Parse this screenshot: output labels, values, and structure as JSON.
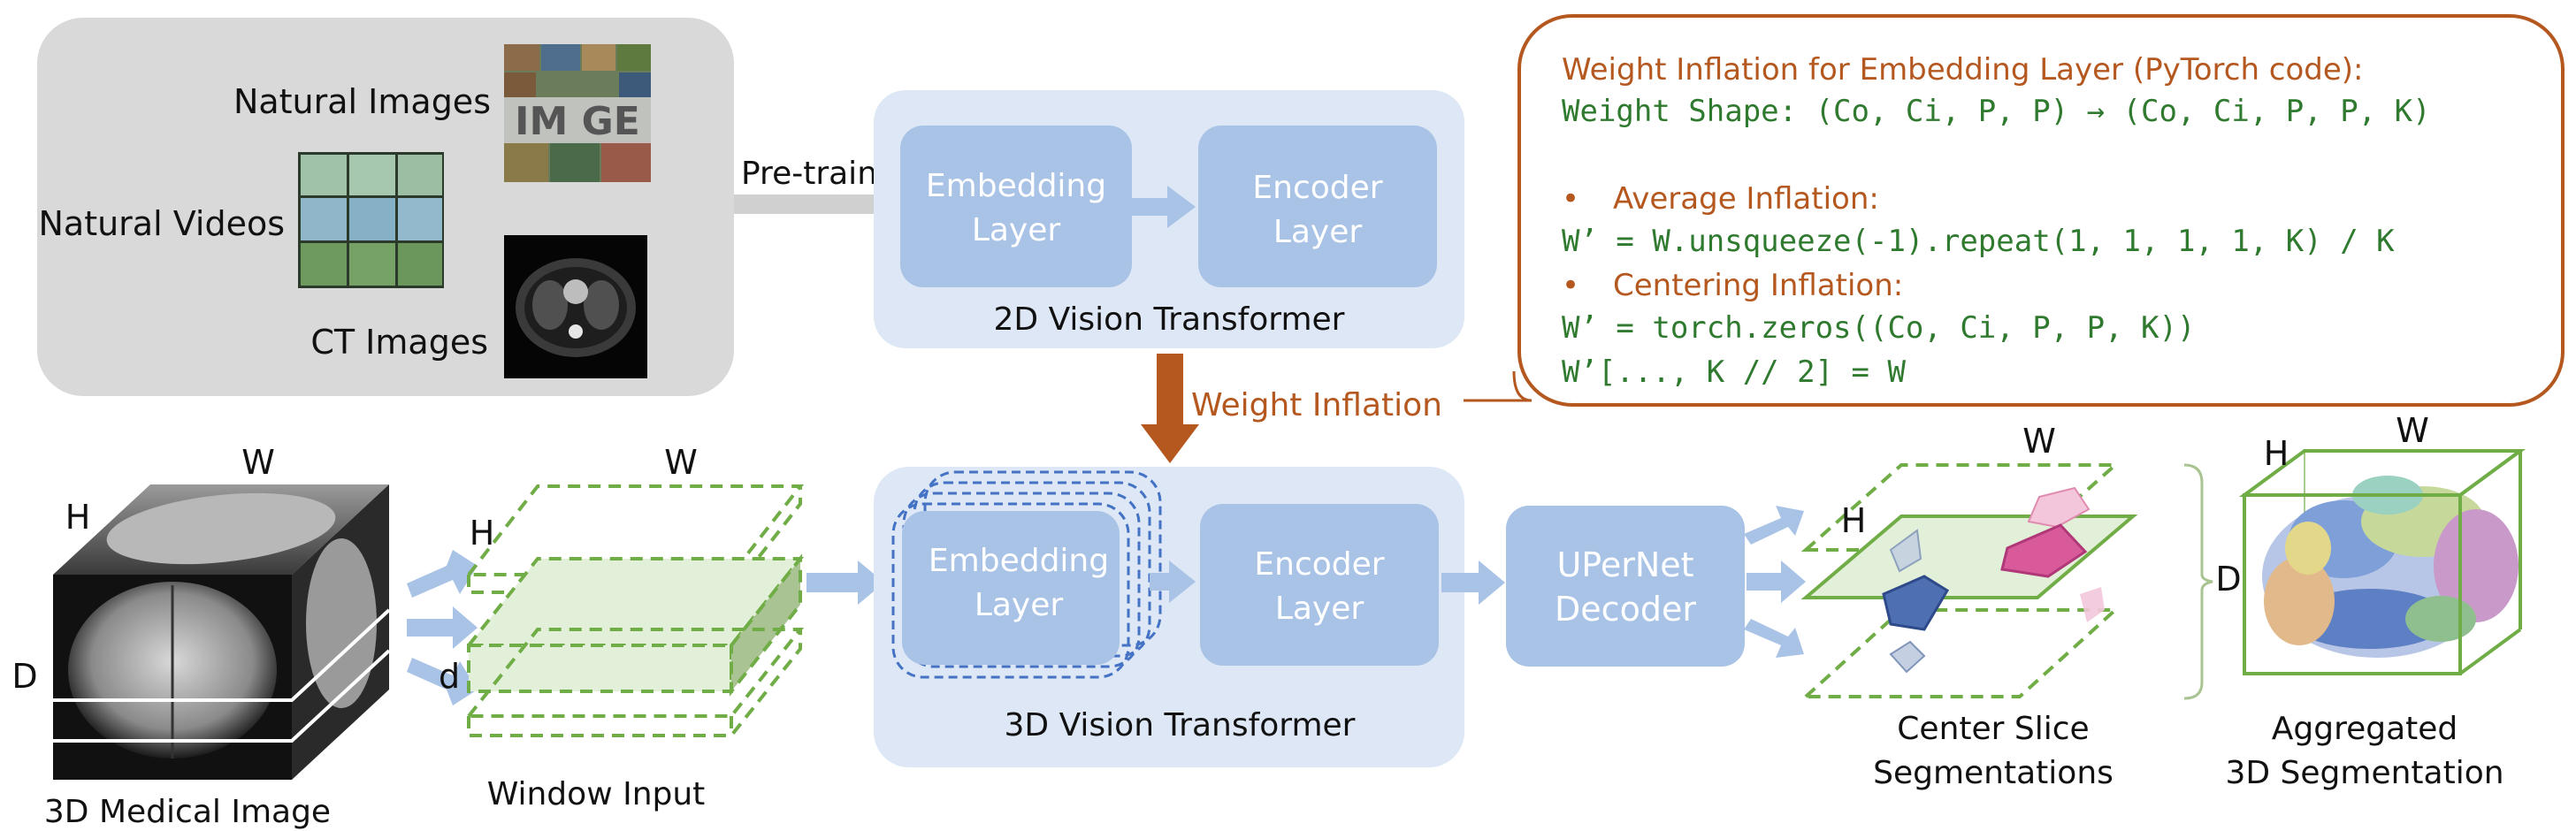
{
  "pretrain_panel": {
    "natural_images": "Natural Images",
    "natural_videos": "Natural Videos",
    "ct_images": "CT Images",
    "imagenet_logo_text": "IM GE",
    "pretrain_label": "Pre-train"
  },
  "vit2d": {
    "embedding_line1": "Embedding",
    "embedding_line2": "Layer",
    "encoder_line1": "Encoder",
    "encoder_line2": "Layer",
    "title": "2D Vision Transformer"
  },
  "weight_inflation_label": "Weight Inflation",
  "code_box": {
    "title": "Weight Inflation for Embedding Layer (PyTorch code):",
    "shape_line": "Weight Shape: (Co, Ci, P, P) → (Co, Ci, P, P, K)",
    "average_title": "Average Inflation:",
    "average_code": "W’ = W.unsqueeze(-1).repeat(1, 1, 1, 1, K) / K",
    "centering_title": "Centering Inflation:",
    "centering_code1": "W’ = torch.zeros((Co, Ci, P, P, K))",
    "centering_code2": "W’[..., K // 2] = W",
    "bullet": "•"
  },
  "medical_image": {
    "w": "W",
    "h": "H",
    "d": "D",
    "caption": "3D Medical Image"
  },
  "window_input": {
    "w": "W",
    "h": "H",
    "d": "d",
    "caption": "Window Input"
  },
  "vit3d": {
    "embedding_line1": "Embedding",
    "embedding_line2": "Layer",
    "encoder_line1": "Encoder",
    "encoder_line2": "Layer",
    "title": "3D Vision Transformer"
  },
  "decoder": {
    "line1": "UPerNet",
    "line2": "Decoder"
  },
  "center_slice": {
    "w": "W",
    "h": "H",
    "d": "D",
    "caption_line1": "Center Slice",
    "caption_line2": "Segmentations"
  },
  "aggregated": {
    "w": "W",
    "h": "H",
    "caption_line1": "Aggregated",
    "caption_line2": "3D Segmentation"
  },
  "colors": {
    "panel_gray": "#d9d9d9",
    "vit_panel": "#dde7f5",
    "block_blue": "#a9c3e6",
    "arrow_blue": "#a9c3e6",
    "inflation_brown": "#b5581f",
    "code_green": "#2f7a2f",
    "dash_green": "#70ad47",
    "slice_fill": "#e2efd9",
    "dash_blue": "#4472c4"
  }
}
